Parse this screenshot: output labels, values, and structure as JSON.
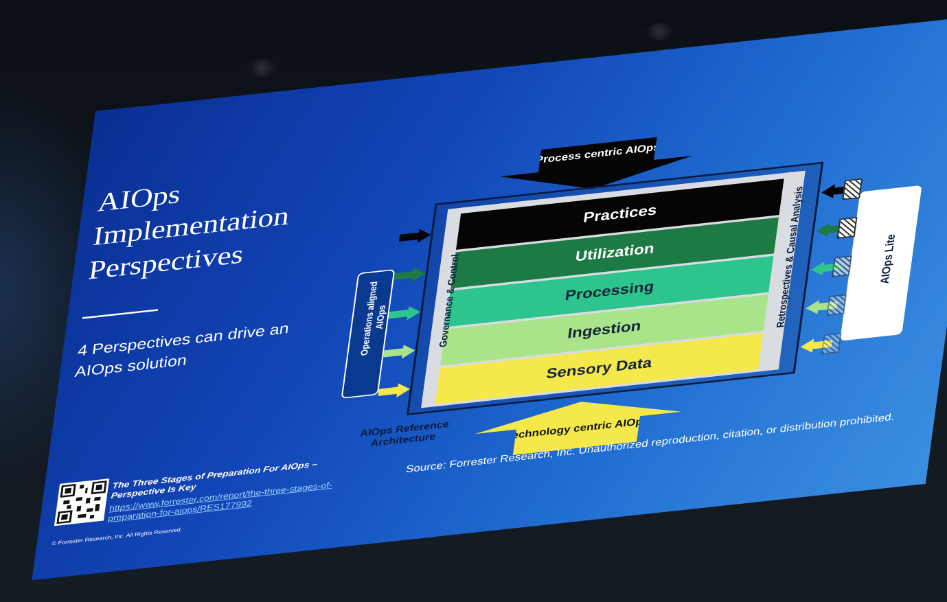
{
  "slide": {
    "title_lines": [
      "AIOps",
      "Implementation",
      "Perspectives"
    ],
    "subtitle": "4 Perspectives can drive an AIOps solution"
  },
  "reference": {
    "title": "The Three Stages of Preparation For AIOps – Perspective Is Key",
    "url": "https://www.forrester.com/report/the-three-stages-of-preparation-for-aiops/RES177992",
    "copyright": "© Forrester Research, Inc. All Rights Reserved."
  },
  "diagram": {
    "top_arrow": "Process centric AIOps",
    "bottom_arrow": "Technology centric AIOps",
    "left_side_label": "Governance & Control",
    "right_side_label": "Retrospectives & Causal Analysis",
    "left_perspective": "Operations aligned AIOps",
    "right_perspective": "AIOps Lite",
    "architecture_label": "AIOps Reference Architecture",
    "layers": [
      {
        "label": "Practices",
        "color": "#050505",
        "text_color": "#ffffff"
      },
      {
        "label": "Utilization",
        "color": "#1d7a45",
        "text_color": "#ffffff"
      },
      {
        "label": "Processing",
        "color": "#2ec48e",
        "text_color": "#14243a"
      },
      {
        "label": "Ingestion",
        "color": "#a9e38a",
        "text_color": "#14243a"
      },
      {
        "label": "Sensory Data",
        "color": "#f4e84a",
        "text_color": "#14243a"
      }
    ],
    "arrow_colors": [
      "#050505",
      "#1d7a45",
      "#2ec48e",
      "#a9e38a",
      "#f4e84a"
    ]
  },
  "source": "Source: Forrester Research, Inc. Unauthorized reproduction, citation, or distribution prohibited."
}
